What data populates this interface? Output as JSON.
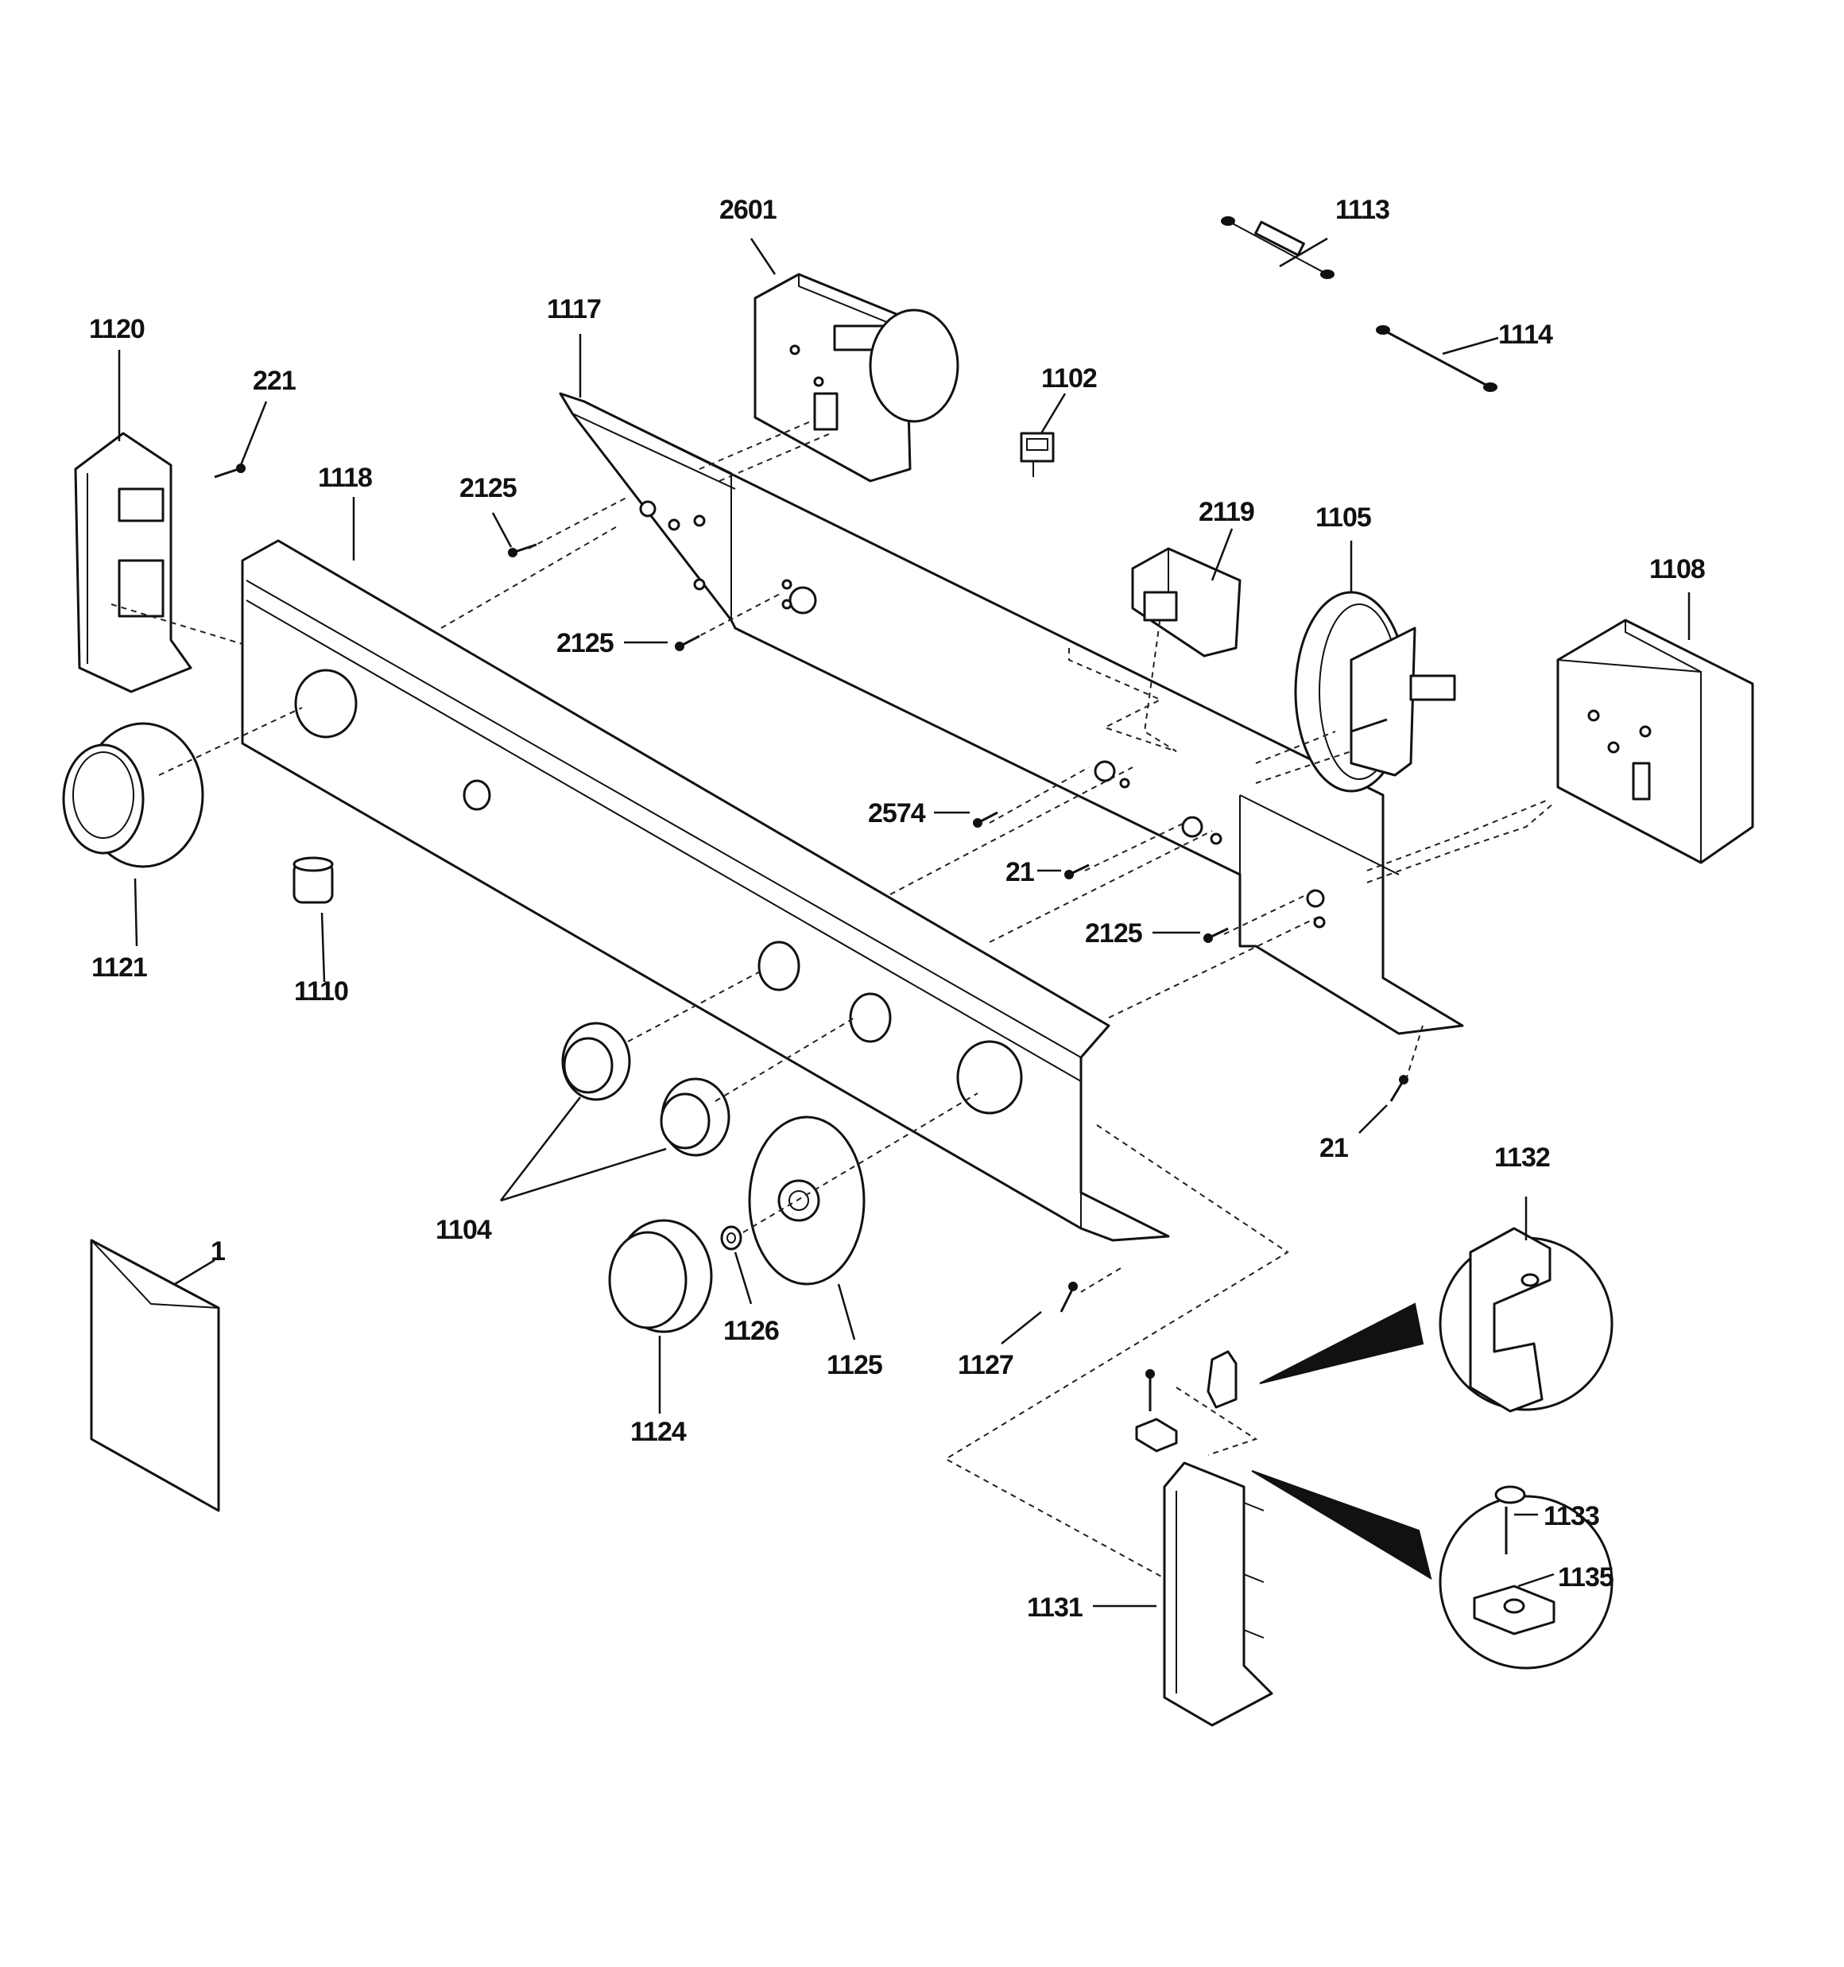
{
  "callouts": {
    "c2601": "2601",
    "c1113": "1113",
    "c1114": "1114",
    "c1117": "1117",
    "c1120": "1120",
    "c221": "221",
    "c1102": "1102",
    "c1118": "1118",
    "c2125_top": "2125",
    "c2119": "2119",
    "c1105": "1105",
    "c1108": "1108",
    "c2125_mid": "2125",
    "c2574": "2574",
    "c21_mid": "21",
    "c2125_right": "2125",
    "c1121": "1121",
    "c1110": "1110",
    "c21_bottom": "21",
    "c1132": "1132",
    "c1": "1",
    "c1104": "1104",
    "c1126": "1126",
    "c1125": "1125",
    "c1127": "1127",
    "c1124": "1124",
    "c1133": "1133",
    "c1135": "1135",
    "c1131": "1131"
  }
}
